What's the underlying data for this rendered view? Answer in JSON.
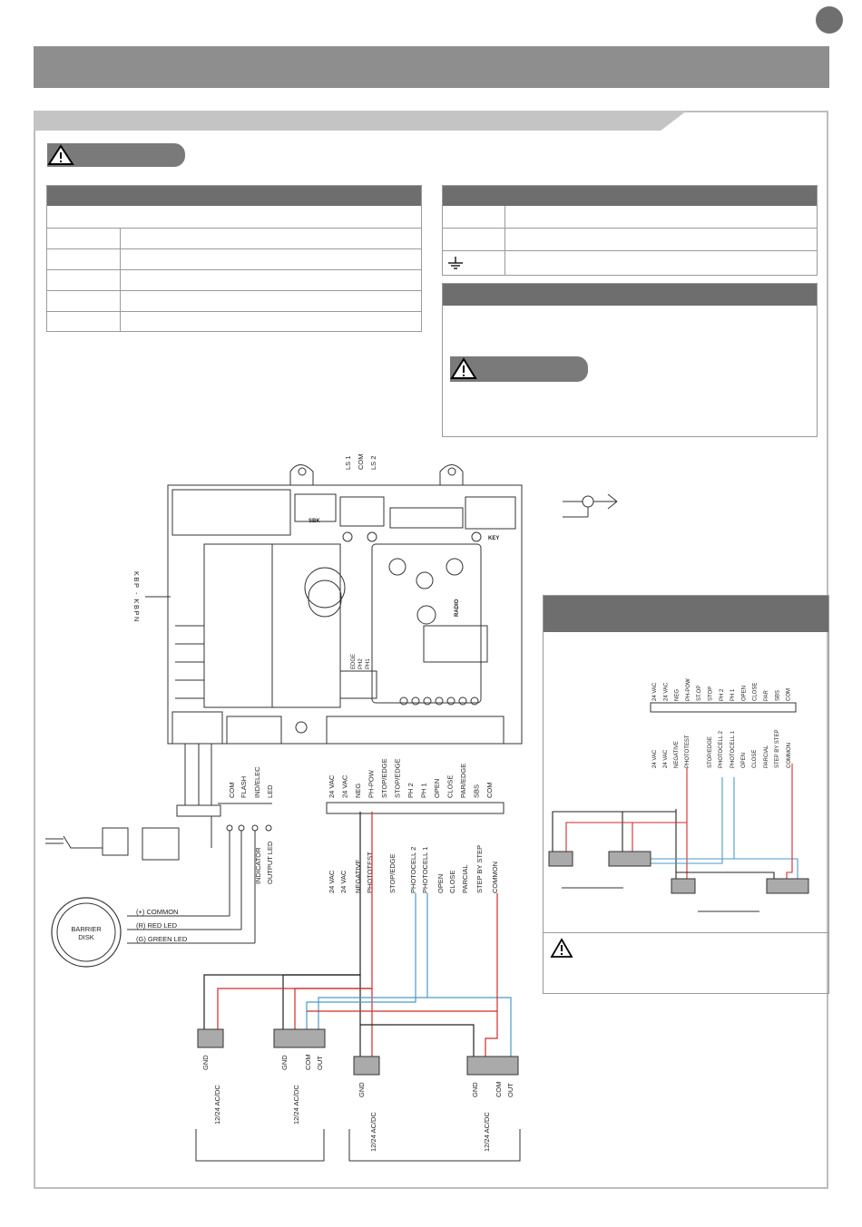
{
  "board": {
    "top_terminals": [
      "LS 1",
      "COM",
      "LS 2"
    ],
    "connector_sbk": "SBK",
    "connector_key": "KEY",
    "radio_label": "RADIO",
    "side_label": "KBP - KBPN",
    "dip_labels": [
      "EDGE",
      "PH2",
      "PH1"
    ],
    "left_terminals": [
      "COM",
      "FLASH",
      "IND/ELEC",
      "LED"
    ],
    "indicator_labels": [
      "INDICATOR",
      "OUTPUT LED"
    ],
    "right_terminals": [
      "24 VAC",
      "24 VAC",
      "NEG",
      "PH-POW",
      "STOP/EDGE",
      "STOP/EDGE",
      "PH 2",
      "PH 1",
      "OPEN",
      "CLOSE",
      "PAR/EDGE",
      "SBS",
      "COM"
    ],
    "right_functions": [
      "24 VAC",
      "24 VAC",
      "NEGATIVE",
      "PHOTOTEST",
      "STOP/EDGE",
      "PHOTOCELL 2",
      "PHOTOCELL 1",
      "OPEN",
      "CLOSE",
      "PARCIAL",
      "STEP BY STEP",
      "COMMON"
    ]
  },
  "barrier_disk": {
    "label_line1": "BARRIER",
    "label_line2": "DISK",
    "leads": [
      "(+) COMMON",
      "(R) RED LED",
      "(G) GREEN LED"
    ]
  },
  "photocells": {
    "tx_labels": [
      "GND",
      "12/24 AC/DC"
    ],
    "rx_labels": [
      "GND",
      "12/24 AC/DC",
      "COM",
      "OUT"
    ]
  },
  "inset": {
    "terminals": [
      "24 VAC",
      "24 VAC",
      "NEG",
      "PH-POW",
      "ST.OP",
      "STOP",
      "PH 2",
      "PH 1",
      "OPEN",
      "CLOSE",
      "PAR",
      "SBS",
      "COM"
    ],
    "functions": [
      "24 VAC",
      "24 VAC",
      "NEGATIVE",
      "PHOTOTEST",
      "STOP/EDGE",
      "PHOTOCELL 2",
      "PHOTOCELL 1",
      "OPEN",
      "CLOSE",
      "PARCIAL",
      "STEP BY STEP",
      "COMMON"
    ]
  },
  "colors": {
    "red_wire": "#d42a2a",
    "blue_wire": "#4a9ac8",
    "black_wire": "#222222",
    "header_gray": "#8e8e8e"
  }
}
